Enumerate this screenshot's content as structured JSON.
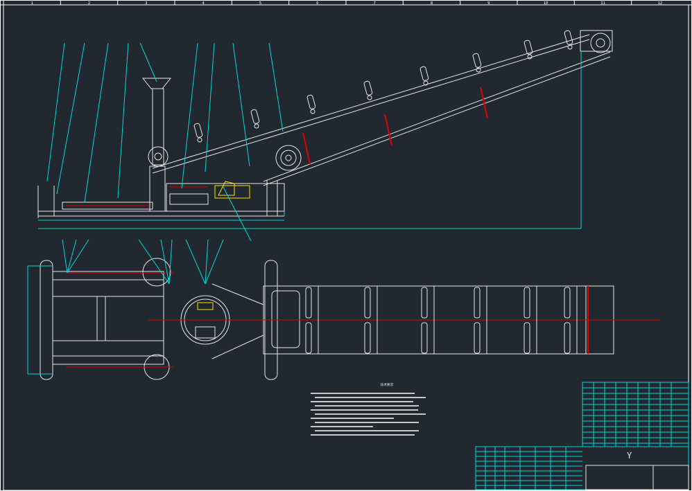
{
  "drawing": {
    "frame_color": "#ffffff",
    "leader_color": "#00d8d8",
    "centerline_color": "#e00000",
    "part_color": "#e8e8e8",
    "highlight_color": "#ffe000",
    "background": "#212830"
  },
  "border_ruler": {
    "columns": [
      "1",
      "2",
      "3",
      "4",
      "5",
      "6",
      "7",
      "8",
      "9",
      "10",
      "11",
      "12"
    ]
  },
  "views": [
    {
      "name": "side-elevation"
    },
    {
      "name": "plan-view"
    }
  ],
  "technical_notes": {
    "heading": "技术要求",
    "count": 6
  },
  "title_block": {
    "symbol": "Y"
  }
}
